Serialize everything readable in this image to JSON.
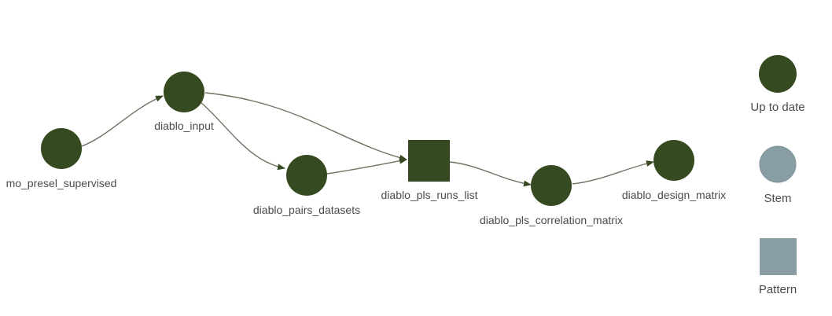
{
  "colors": {
    "up_to_date": "#354a21",
    "stem": "#899da4",
    "pattern": "#899da4",
    "edge": "#6e7361",
    "label": "#4b4b4b"
  },
  "nodes": {
    "mo_presel_supervised": {
      "label": "mo_presel_supervised",
      "shape": "circle",
      "status": "up_to_date"
    },
    "diablo_input": {
      "label": "diablo_input",
      "shape": "circle",
      "status": "up_to_date"
    },
    "diablo_pairs_datasets": {
      "label": "diablo_pairs_datasets",
      "shape": "circle",
      "status": "up_to_date"
    },
    "diablo_pls_runs_list": {
      "label": "diablo_pls_runs_list",
      "shape": "square",
      "status": "up_to_date"
    },
    "diablo_pls_correlation_matrix": {
      "label": "diablo_pls_correlation_matrix",
      "shape": "circle",
      "status": "up_to_date"
    },
    "diablo_design_matrix": {
      "label": "diablo_design_matrix",
      "shape": "circle",
      "status": "up_to_date"
    }
  },
  "edges": [
    {
      "from": "mo_presel_supervised",
      "to": "diablo_input"
    },
    {
      "from": "diablo_input",
      "to": "diablo_pairs_datasets"
    },
    {
      "from": "diablo_input",
      "to": "diablo_pls_runs_list"
    },
    {
      "from": "diablo_pairs_datasets",
      "to": "diablo_pls_runs_list"
    },
    {
      "from": "diablo_pls_runs_list",
      "to": "diablo_pls_correlation_matrix"
    },
    {
      "from": "diablo_pls_correlation_matrix",
      "to": "diablo_design_matrix"
    }
  ],
  "legend": {
    "up_to_date": {
      "label": "Up to date",
      "shape": "circle"
    },
    "stem": {
      "label": "Stem",
      "shape": "circle"
    },
    "pattern": {
      "label": "Pattern",
      "shape": "square"
    }
  }
}
